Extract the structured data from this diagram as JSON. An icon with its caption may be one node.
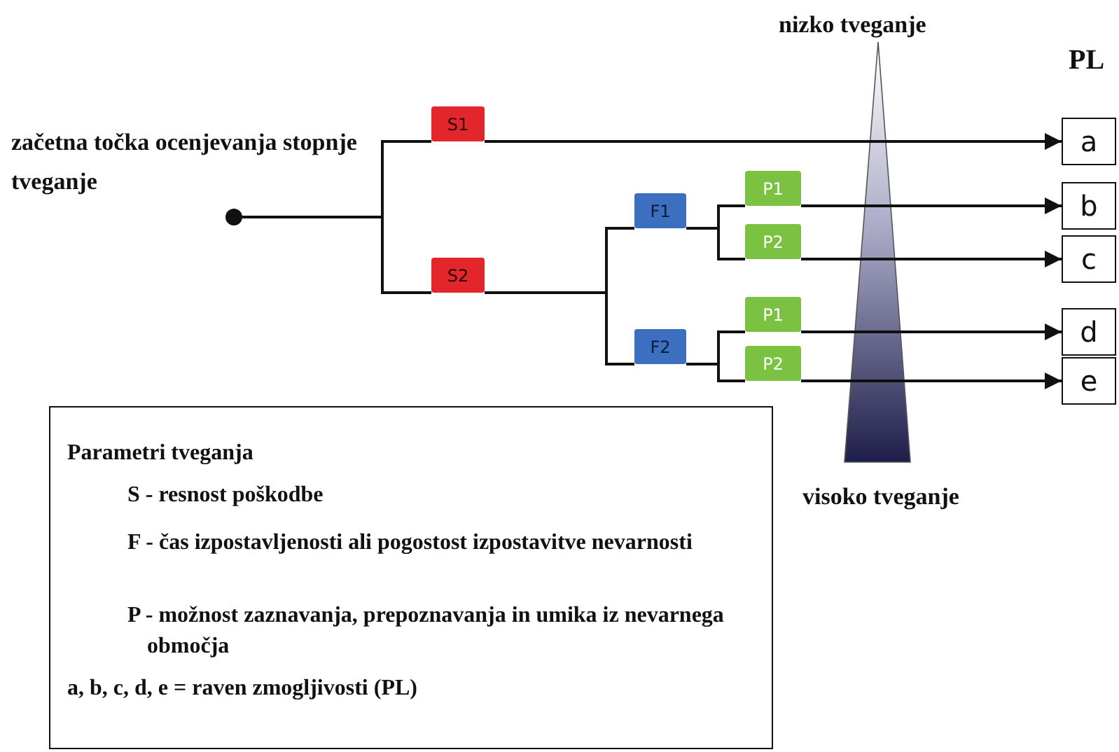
{
  "diagram": {
    "nodes": [
      {
        "text": [],
        "shape": "circle",
        "beside": [
          "začetna točka ocenjevanja stopnje tveganje"
        ]
      },
      {
        "text": [
          "S1"
        ]
      },
      {
        "text": [
          "S2"
        ]
      },
      {
        "text": [
          "F1"
        ]
      },
      {
        "text": [
          "F2"
        ]
      },
      {
        "text": [
          "P1"
        ]
      },
      {
        "text": [
          "P2"
        ]
      },
      {
        "text": [
          "P1"
        ]
      },
      {
        "text": [
          "P2"
        ]
      },
      {
        "text": [
          "a"
        ]
      },
      {
        "text": [
          "b"
        ]
      },
      {
        "text": [
          "c"
        ]
      },
      {
        "text": [
          "d"
        ]
      },
      {
        "text": [
          "e"
        ]
      },
      {
        "text": [
          "Parametri tveganja",
          "S - resnost poškodbe",
          "F - čas izpostavljenosti ali pogostost izpostavitve nevarnosti",
          "P - možnost zaznavanja, prepoznavanja in umika iz nevarnega območja",
          "a, b, c, d, e = raven zmogljivosti (PL)"
        ]
      }
    ],
    "edges": [
      {
        "from": 0,
        "to": 1,
        "arrow": "none"
      },
      {
        "from": 1,
        "to": 9,
        "arrow": "to"
      },
      {
        "from": 0,
        "to": 2,
        "arrow": "none"
      },
      {
        "from": 2,
        "to": 3,
        "arrow": "none"
      },
      {
        "from": 2,
        "to": 4,
        "arrow": "none"
      },
      {
        "from": 3,
        "to": 5,
        "arrow": "none"
      },
      {
        "from": 3,
        "to": 6,
        "arrow": "none"
      },
      {
        "from": 5,
        "to": 10,
        "arrow": "to"
      },
      {
        "from": 6,
        "to": 11,
        "arrow": "to"
      },
      {
        "from": 4,
        "to": 7,
        "arrow": "none"
      },
      {
        "from": 4,
        "to": 8,
        "arrow": "none"
      },
      {
        "from": 7,
        "to": 12,
        "arrow": "to"
      },
      {
        "from": 8,
        "to": 13,
        "arrow": "to"
      }
    ],
    "labels": [
      "nizko tveganje",
      "PL",
      "visoko tveganje"
    ]
  }
}
